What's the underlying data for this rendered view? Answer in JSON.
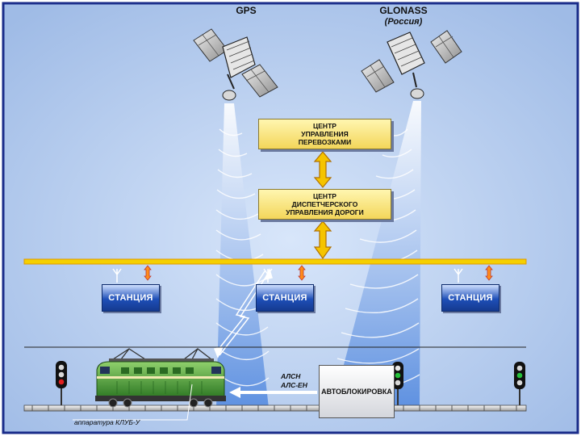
{
  "satellites": [
    {
      "label": "GPS",
      "sublabel": ""
    },
    {
      "label": "GLONASS",
      "sublabel": "(Россия)"
    }
  ],
  "centers": {
    "transport": [
      "ЦЕНТР",
      "УПРАВЛЕНИЯ",
      "ПЕРЕВОЗКАМИ"
    ],
    "dispatch": [
      "ЦЕНТР",
      "ДИСПЕТЧЕРСКОГО",
      "УПРАВЛЕНИЯ ДОРОГИ"
    ]
  },
  "stations": [
    "СТАНЦИЯ",
    "СТАНЦИЯ",
    "СТАНЦИЯ"
  ],
  "signal_labels": {
    "line1": "АЛСН",
    "line2": "АЛС-ЕН"
  },
  "autoblock_label": "АВТОБЛОКИРОВКА",
  "equipment_label": "аппаратура КЛУБ-У",
  "colors": {
    "background": "#a9c3ea",
    "station_blue": "#1e4fb8",
    "backbone_yellow": "#f5d000",
    "arrow_orange": "#e8a000",
    "locomotive_green": "#4fa83a",
    "beam_blue": "#4f84dd"
  }
}
